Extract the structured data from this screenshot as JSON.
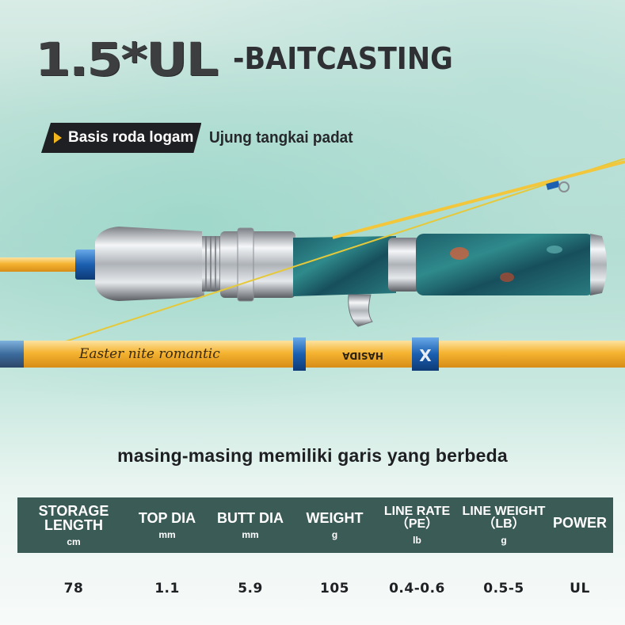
{
  "title": {
    "model": "1.5*UL",
    "type": "-BAITCASTING"
  },
  "features": {
    "tag": "Basis roda logam",
    "plain": "Ujung tangkai padat"
  },
  "rod": {
    "script_text": "Easter nite romantic",
    "brand_text": "HASIDA"
  },
  "subtitle": "masing-masing memiliki garis yang berbeda",
  "colors": {
    "header_bg": "#3b5b57",
    "accent": "#f2b51d",
    "rod_orange": "#f5b431",
    "handle_teal": "#2c7d83"
  },
  "specs": {
    "headers": [
      {
        "label": "STORAGE LENGTH",
        "unit": "cm"
      },
      {
        "label": "TOP DIA",
        "unit": "mm"
      },
      {
        "label": "BUTT DIA",
        "unit": "mm"
      },
      {
        "label": "WEIGHT",
        "unit": "g"
      },
      {
        "label": "LINE RATE（PE）",
        "unit": "lb"
      },
      {
        "label": "LINE WEIGHT（LB）",
        "unit": "g"
      },
      {
        "label": "POWER",
        "unit": ""
      }
    ],
    "values": [
      "78",
      "1.1",
      "5.9",
      "105",
      "0.4-0.6",
      "0.5-5",
      "UL"
    ]
  }
}
